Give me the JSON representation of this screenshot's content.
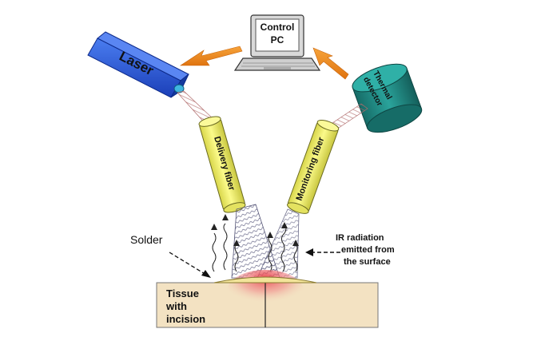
{
  "pc": {
    "line1": "Control",
    "line2": "PC"
  },
  "laser": {
    "label": "Laser"
  },
  "thermal_detector": {
    "line1": "Thermal",
    "line2": "detector"
  },
  "delivery_fiber": {
    "label": "Delivery fiber"
  },
  "monitoring_fiber": {
    "label": "Monitoring fiber"
  },
  "solder": {
    "label": "Solder"
  },
  "ir_radiation": {
    "line1": "IR radiation",
    "line2": "emitted from",
    "line3": "the surface"
  },
  "tissue": {
    "line1": "Tissue",
    "line2": "with",
    "line3": "incision"
  },
  "colors": {
    "laser_blue": "#1f4fd6",
    "fiber_yellow": "#f4f26a",
    "detector_teal": "#1f8a84",
    "arrow_orange": "#f08a1a",
    "tissue_tan": "#f3e2c2",
    "solder_yellow": "#f3e49a",
    "heat_red": "#e8414a"
  }
}
